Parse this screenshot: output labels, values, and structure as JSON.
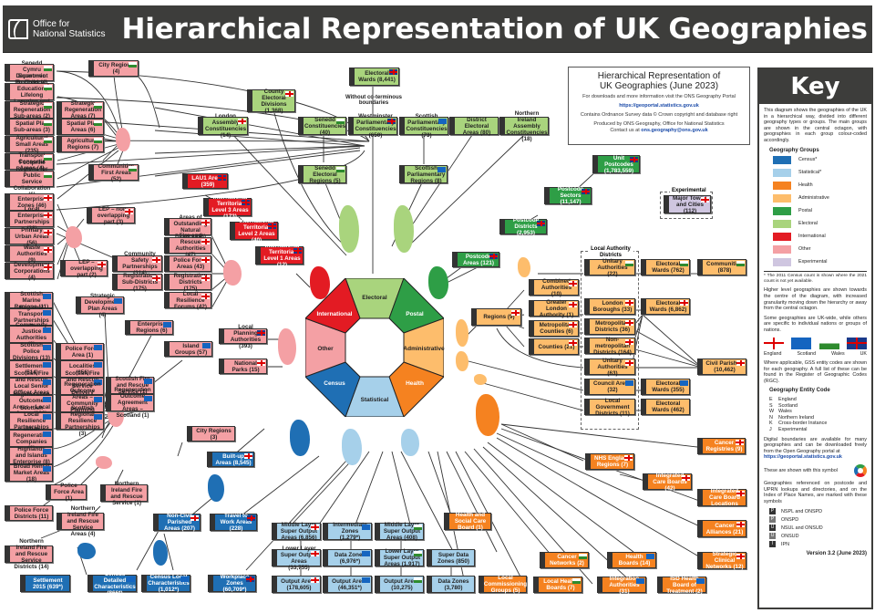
{
  "header": {
    "logo_line1": "Office for",
    "logo_line2": "National Statistics",
    "title": "Hierarchical Representation of UK Geographies"
  },
  "infobox": {
    "title_line1": "Hierarchical Representation of",
    "title_line2": "UK Geographies (June 2023)",
    "line1": "For downloads and more information visit the ONS Geography Portal",
    "link1": "https://geoportal.statistics.gov.uk",
    "line2": "Contains Ordnance Survey data © Crown copyright and database right",
    "line3": "Produced by ONS Geography, Office for National Statistics",
    "line4_prefix": "Contact us at ",
    "email": "ons.geography@ons.gov.uk"
  },
  "octagon": {
    "segments": [
      {
        "label": "Electoral",
        "color": "#a9d47d"
      },
      {
        "label": "Postal",
        "color": "#2e9e46"
      },
      {
        "label": "Administrative",
        "color": "#fdbd6c"
      },
      {
        "label": "Health",
        "color": "#f58220"
      },
      {
        "label": "Statistical",
        "color": "#a6d0ea"
      },
      {
        "label": "Census",
        "color": "#1f6fb4"
      },
      {
        "label": "Other",
        "color": "#f4a0a4"
      },
      {
        "label": "International",
        "color": "#e31b23"
      }
    ]
  },
  "annotations": {
    "without_coterminous": "Without co-terminous boundaries",
    "experimental": "Experimental",
    "local_authority_districts": "Local Authority Districts"
  },
  "nodes": {
    "electoral": [
      {
        "label": "Electoral Wards (8,441)",
        "flag": "UK"
      },
      {
        "label": "County Electoral Divisions (1,368)",
        "flag": "E"
      },
      {
        "label": "London Assembly Constituencies (14)",
        "flag": "E"
      },
      {
        "label": "Senedd Constituencies (40)",
        "flag": "W"
      },
      {
        "label": "Westminster Parliamentary Constituencies (650)",
        "flag": "UK"
      },
      {
        "label": "Scottish Parliamentary Constituencies (73)",
        "flag": "S"
      },
      {
        "label": "District Electoral Areas (80)",
        "flag": ""
      },
      {
        "label": "Northern Ireland Assembly Constituencies (18)",
        "flag": ""
      },
      {
        "label": "Senedd Electoral Regions (5)",
        "flag": "W"
      },
      {
        "label": "Scottish Parliamentary Regions (8)",
        "flag": "S"
      }
    ],
    "postal": [
      {
        "label": "Unit Postcodes (1,783,559)",
        "flag": "UK"
      },
      {
        "label": "Postcode Sectors (11,147)",
        "flag": "UK"
      },
      {
        "label": "Postcode Districts (2,953)",
        "flag": "UK"
      },
      {
        "label": "Postcode Areas (121)",
        "flag": "UK"
      }
    ],
    "experimental": [
      {
        "label": "Major Towns and Cities (112)",
        "flag": "E"
      }
    ],
    "international": [
      {
        "label": "LAU1 Areas (359)",
        "flag": "UK"
      },
      {
        "label": "International Territorial Level 3 Areas (173)",
        "flag": "UK"
      },
      {
        "label": "International Territorial Level 2 Areas (40)",
        "flag": "UK"
      },
      {
        "label": "International Territorial Level 1 Areas (12)",
        "flag": "UK"
      }
    ],
    "other_wales": [
      {
        "label": "Senedd Cymru Economic Regions (4)",
        "flag": "W"
      },
      {
        "label": "Department for Children, Education, Lifelong Learning and Skills (4)",
        "flag": "W"
      },
      {
        "label": "Strategic Regeneration Sub-areas (2)",
        "flag": "W"
      },
      {
        "label": "Spatial Plan Sub-areas (3)",
        "flag": "W"
      },
      {
        "label": "Agricultural Small Areas (235)",
        "flag": "W"
      },
      {
        "label": "Transport Consortia Areas (4)",
        "flag": "W"
      },
      {
        "label": "Footprint Regions for Public Service Collaboration (6)",
        "flag": "W"
      },
      {
        "label": "City Regions (4)",
        "flag": "W"
      },
      {
        "label": "Strategic Regeneration Areas (7)",
        "flag": "W"
      },
      {
        "label": "Spatial Plan Areas (6)",
        "flag": "W"
      },
      {
        "label": "Agricultural Regions (7)",
        "flag": "W"
      },
      {
        "label": "Communities First Areas (52)",
        "flag": "W"
      }
    ],
    "other_england": [
      {
        "label": "Enterprise Zones (46)",
        "flag": "E"
      },
      {
        "label": "Local Enterprise Partnerships (38)",
        "flag": "E"
      },
      {
        "label": "Primary Urban Areas (56)",
        "flag": "E"
      },
      {
        "label": "Waste Authorities (9)",
        "flag": "E"
      },
      {
        "label": "Development Corporations (4)",
        "flag": "E"
      },
      {
        "label": "LEP – non-overlapping part (3)",
        "flag": "E"
      },
      {
        "label": "LEP – overlapping part (2)",
        "flag": "E"
      }
    ],
    "other_ew": [
      {
        "label": "Areas of Outstanding Natural Beauty (38)",
        "flag": "E"
      },
      {
        "label": "Fire and Rescue Authorities (47)",
        "flag": "E"
      },
      {
        "label": "Community Safety Partnerships (314)",
        "flag": "E"
      },
      {
        "label": "Police Force Areas (43)",
        "flag": "E"
      },
      {
        "label": "Registration Sub-Districts (175)",
        "flag": "E"
      },
      {
        "label": "Registration Districts (175)",
        "flag": "E"
      },
      {
        "label": "Local Resilience Forums (42)",
        "flag": "E"
      }
    ],
    "other_scotland": [
      {
        "label": "Scottish Marine Regions (11)",
        "flag": "S"
      },
      {
        "label": "Regional Transport Partnerships (7)",
        "flag": "S"
      },
      {
        "label": "Community Justice Authorities (8)",
        "flag": "S"
      },
      {
        "label": "Scottish Police Divisions (13)",
        "flag": "S"
      },
      {
        "label": "Settlements (514)",
        "flag": "S"
      },
      {
        "label": "Scottish Fire and Rescue Local Senior Officer Areas (14)",
        "flag": "S"
      },
      {
        "label": "Regeneration Outcome Areas – Local Areas (180)",
        "flag": "S"
      },
      {
        "label": "Scottish Local Resilience Partnerships (12)",
        "flag": "S"
      },
      {
        "label": "Urban Regeneration Companies (6)",
        "flag": "S"
      },
      {
        "label": "Highlands and Islands Enterprise (8)",
        "flag": "S"
      },
      {
        "label": "Broad Rental Market Areas (18)",
        "flag": "S"
      },
      {
        "label": "Strategic Development Plan Areas (4)",
        "flag": "S"
      },
      {
        "label": "Enterprise Regions (6)",
        "flag": "S"
      },
      {
        "label": "Island Groups (57)",
        "flag": "S"
      },
      {
        "label": "Police Force Area (1)",
        "flag": "S"
      },
      {
        "label": "Localities (656)",
        "flag": "S"
      },
      {
        "label": "Scottish Fire and Rescue Service Delivery Areas (3)",
        "flag": "S"
      },
      {
        "label": "Regeneration Outcome Areas – Community Planning Partnership (28)",
        "flag": "S"
      },
      {
        "label": "Scottish Regional Resilience Partnerships (3)",
        "flag": "S"
      },
      {
        "label": "Scottish Fire and Rescue Service (1)",
        "flag": "S"
      },
      {
        "label": "Regeneration Outcome Agreement Areas – Scotland (1)",
        "flag": "S"
      },
      {
        "label": "City Regions (3)",
        "flag": ""
      }
    ],
    "other_uk": [
      {
        "label": "Local Planning Authorities (393)",
        "flag": "UK"
      },
      {
        "label": "National Parks (15)",
        "flag": "E"
      }
    ],
    "other_ni": [
      {
        "label": "Police Force Area (1)",
        "flag": ""
      },
      {
        "label": "Northern Ireland Fire and Rescue Service (1)",
        "flag": ""
      },
      {
        "label": "Police Force Districts (11)",
        "flag": ""
      },
      {
        "label": "Northern Ireland Fire and Rescue Service Areas (4)",
        "flag": ""
      },
      {
        "label": "Northern Ireland Fire and Rescue Service Districts (14)",
        "flag": ""
      }
    ],
    "census": [
      {
        "label": "Built-up Areas (8,545)",
        "flag": "E"
      },
      {
        "label": "Non-Civil Parished Areas (207)",
        "flag": "E"
      },
      {
        "label": "Travel to Work Areas (228)",
        "flag": "UK"
      },
      {
        "label": "Settlement 2015 (639*)",
        "flag": ""
      },
      {
        "label": "Census Detailed Characteristics (866*)",
        "flag": "S"
      },
      {
        "label": "Census Local Characteristics (1,012*)",
        "flag": "S"
      },
      {
        "label": "Workplace Zones (60,709*)",
        "flag": "UK"
      }
    ],
    "statistical": [
      {
        "label": "Middle Layer Super Output Areas (6,856)",
        "flag": "E"
      },
      {
        "label": "Intermediate Zones (1,279*)",
        "flag": "S"
      },
      {
        "label": "Middle Layer Super Output Areas (408)",
        "flag": "W"
      },
      {
        "label": "Lower Layer Super Output Areas (33,755)",
        "flag": "E"
      },
      {
        "label": "Data Zones (6,976*)",
        "flag": "S"
      },
      {
        "label": "Lower Layer Super Output Areas (1,917)",
        "flag": "W"
      },
      {
        "label": "Super Data Zones (850)",
        "flag": ""
      },
      {
        "label": "Output Areas (178,605)",
        "flag": "E"
      },
      {
        "label": "Output Areas (46,351*)",
        "flag": "S"
      },
      {
        "label": "Output Areas (10,275)",
        "flag": "W"
      },
      {
        "label": "Data Zones (3,780)",
        "flag": ""
      }
    ],
    "health": [
      {
        "label": "Health and Social Care Board (1)",
        "flag": ""
      },
      {
        "label": "Local Commissioning Groups (5)",
        "flag": ""
      },
      {
        "label": "Cancer Registries (9)",
        "flag": "E"
      },
      {
        "label": "NHS England Regions (7)",
        "flag": "E"
      },
      {
        "label": "Integrated Care Boards (42)",
        "flag": "E"
      },
      {
        "label": "Sub-Integrated Care Board Locations (106)",
        "flag": "E"
      },
      {
        "label": "Cancer Alliances (21)",
        "flag": "E"
      },
      {
        "label": "Strategic Clinical Networks (12)",
        "flag": "E"
      },
      {
        "label": "Cancer Networks (2)",
        "flag": "W"
      },
      {
        "label": "Health Boards (14)",
        "flag": "S"
      },
      {
        "label": "Local Health Boards (7)",
        "flag": "W"
      },
      {
        "label": "Integration Authorities (31)",
        "flag": "S"
      },
      {
        "label": "ISD Health Board of Treatment (2)",
        "flag": "S"
      }
    ],
    "administrative": [
      {
        "label": "Regions (9)",
        "flag": "E"
      },
      {
        "label": "Combined Authorities (10)",
        "flag": "E"
      },
      {
        "label": "Greater London Authority (1)",
        "flag": "E"
      },
      {
        "label": "Metropolitan Counties (6)",
        "flag": "E"
      },
      {
        "label": "Counties (21)",
        "flag": "E"
      },
      {
        "label": "Unitary Authorities (22)",
        "flag": "W"
      },
      {
        "label": "London Boroughs (33)",
        "flag": "E"
      },
      {
        "label": "Metropolitan Districts (36)",
        "flag": "E"
      },
      {
        "label": "Non-metropolitan Districts (164)",
        "flag": "E"
      },
      {
        "label": "Unitary Authorities (63)",
        "flag": "E"
      },
      {
        "label": "Council Areas (32)",
        "flag": "S"
      },
      {
        "label": "Local Government Districts (11)",
        "flag": ""
      },
      {
        "label": "Electoral Wards (762)",
        "flag": "W"
      },
      {
        "label": "Communities (878)",
        "flag": "W"
      },
      {
        "label": "Electoral Wards (6,862)",
        "flag": "E"
      },
      {
        "label": "Civil Parishes (10,462)",
        "flag": "E"
      },
      {
        "label": "Electoral Wards (355)",
        "flag": "S"
      },
      {
        "label": "Electoral Wards (462)",
        "flag": ""
      }
    ]
  },
  "key": {
    "title": "Key",
    "intro": "This diagram shows the geographies of the UK in a hierarchical way, divided into different geography types or groups. The main groups are shown in the central octagon, with geographies in each group colour-coded accordingly.",
    "groups_heading": "Geography Groups",
    "groups": [
      {
        "label": "Census*",
        "color": "#1f6fb4"
      },
      {
        "label": "Statistical*",
        "color": "#a6d0ea"
      },
      {
        "label": "Health",
        "color": "#f58220"
      },
      {
        "label": "Administrative",
        "color": "#fdbd6c"
      },
      {
        "label": "Postal",
        "color": "#2e9e46"
      },
      {
        "label": "Electoral",
        "color": "#a9d47d"
      },
      {
        "label": "International",
        "color": "#e31b23"
      },
      {
        "label": "Other",
        "color": "#f4a0a4"
      },
      {
        "label": "Experimental",
        "color": "#cfc6e0"
      }
    ],
    "census_note": "* The 2011 Census count is shown where the 2021 count is not yet available.",
    "hierarchy_note": "Higher level geographies are shown towards the centre of the diagram, with increased granularity moving down the hierarchy or away from the central octagon.",
    "nations_note": "Some geographies are UK-wide, while others are specific to individual nations or groups of nations.",
    "flags": [
      {
        "label": "England",
        "code": "E"
      },
      {
        "label": "Scotland",
        "code": "S"
      },
      {
        "label": "Wales",
        "code": "W"
      },
      {
        "label": "UK",
        "code": "UK"
      }
    ],
    "gss_note": "Where applicable, GSS entity codes are shown for each geography. A full list of these can be found in the Register of Geographic Codes (RGC).",
    "entity_heading": "Geography Entity Code",
    "entity_codes": [
      {
        "code": "E",
        "label": "England"
      },
      {
        "code": "S",
        "label": "Scotland"
      },
      {
        "code": "W",
        "label": "Wales"
      },
      {
        "code": "N",
        "label": "Northern Ireland"
      },
      {
        "code": "K",
        "label": "Cross-border Instance"
      },
      {
        "code": "J",
        "label": "Experimental"
      }
    ],
    "boundaries_note": "Digital boundaries are available for many geographies and can be downloaded freely from the Open Geography portal at",
    "boundaries_link": "https://geoportal.statistics.gov.uk",
    "symbol_note": "These are shown with this symbol",
    "lookups_note": "Geographies referenced on postcode and UPRN lookups and directories, and on the Index of Place Names, are marked with these symbols",
    "symbols": [
      {
        "glyph": "P",
        "label": "NSPL and ONSPD"
      },
      {
        "glyph": "P",
        "label": "ONSPD"
      },
      {
        "glyph": "U",
        "label": "NSUL and ONSUD"
      },
      {
        "glyph": "U",
        "label": "ONSUD"
      },
      {
        "glyph": "I",
        "label": "IPN"
      }
    ],
    "version": "Version 3.2 (June 2023)"
  }
}
